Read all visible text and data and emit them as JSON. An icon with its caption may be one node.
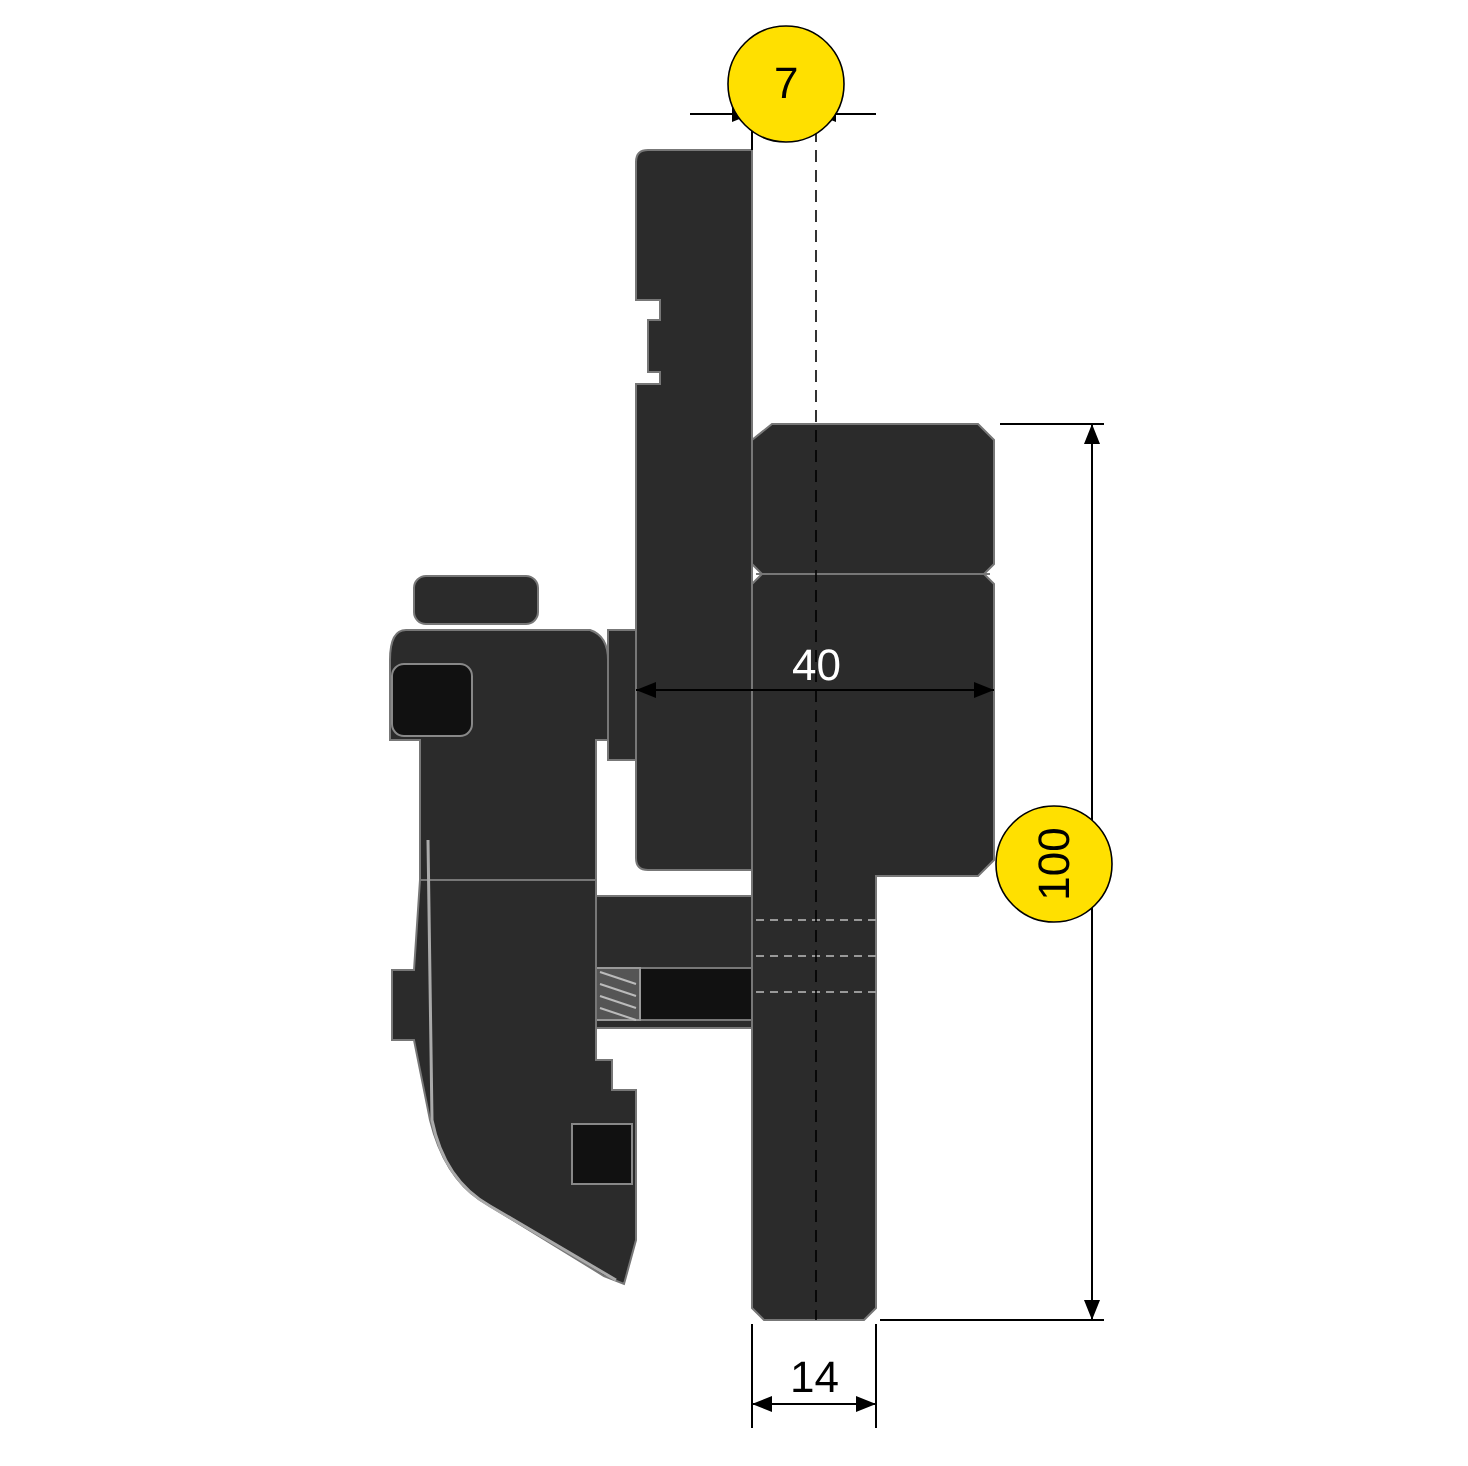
{
  "diagram": {
    "labels": [
      "7",
      "40",
      "100",
      "14"
    ]
  }
}
